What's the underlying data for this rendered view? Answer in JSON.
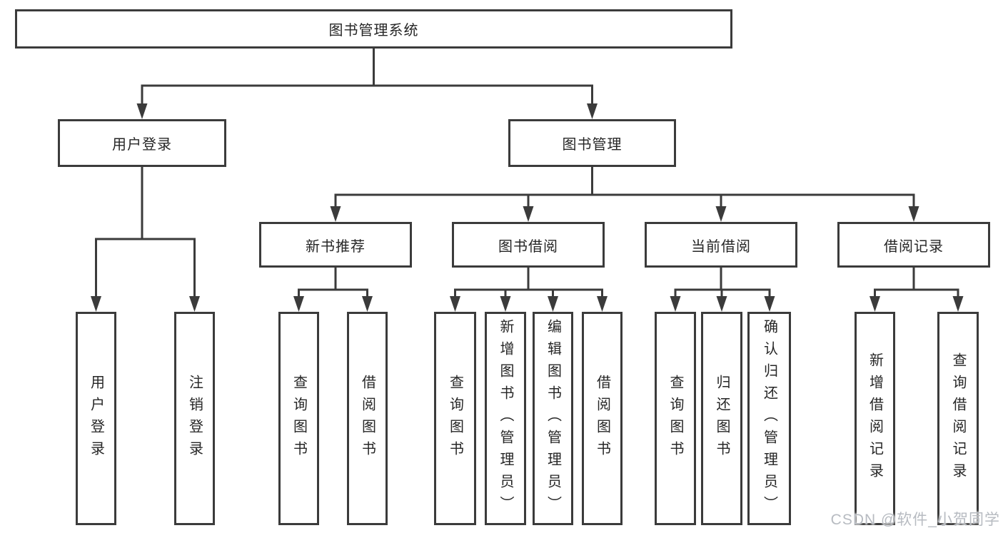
{
  "colors": {
    "line": "#3b3b3b",
    "text": "#262626",
    "wm": "#b7bbc1"
  },
  "tree": {
    "root": {
      "label": "图书管理系统",
      "children": [
        {
          "label": "用户登录",
          "children": [
            {
              "label": "用户登录"
            },
            {
              "label": "注销登录"
            }
          ]
        },
        {
          "label": "图书管理",
          "children": [
            {
              "label": "新书推荐",
              "children": [
                {
                  "label": "查询图书"
                },
                {
                  "label": "借阅图书"
                }
              ]
            },
            {
              "label": "图书借阅",
              "children": [
                {
                  "label": "查询图书"
                },
                {
                  "label": "新增图书（管理员）"
                },
                {
                  "label": "编辑图书（管理员）"
                },
                {
                  "label": "借阅图书"
                }
              ]
            },
            {
              "label": "当前借阅",
              "children": [
                {
                  "label": "查询图书"
                },
                {
                  "label": "归还图书"
                },
                {
                  "label": "确认归还（管理员）"
                }
              ]
            },
            {
              "label": "借阅记录",
              "children": [
                {
                  "label": "新增借阅记录"
                },
                {
                  "label": "查询借阅记录"
                }
              ]
            }
          ]
        }
      ]
    }
  },
  "watermark": {
    "text": "CSDN @软件_小贺同学"
  }
}
